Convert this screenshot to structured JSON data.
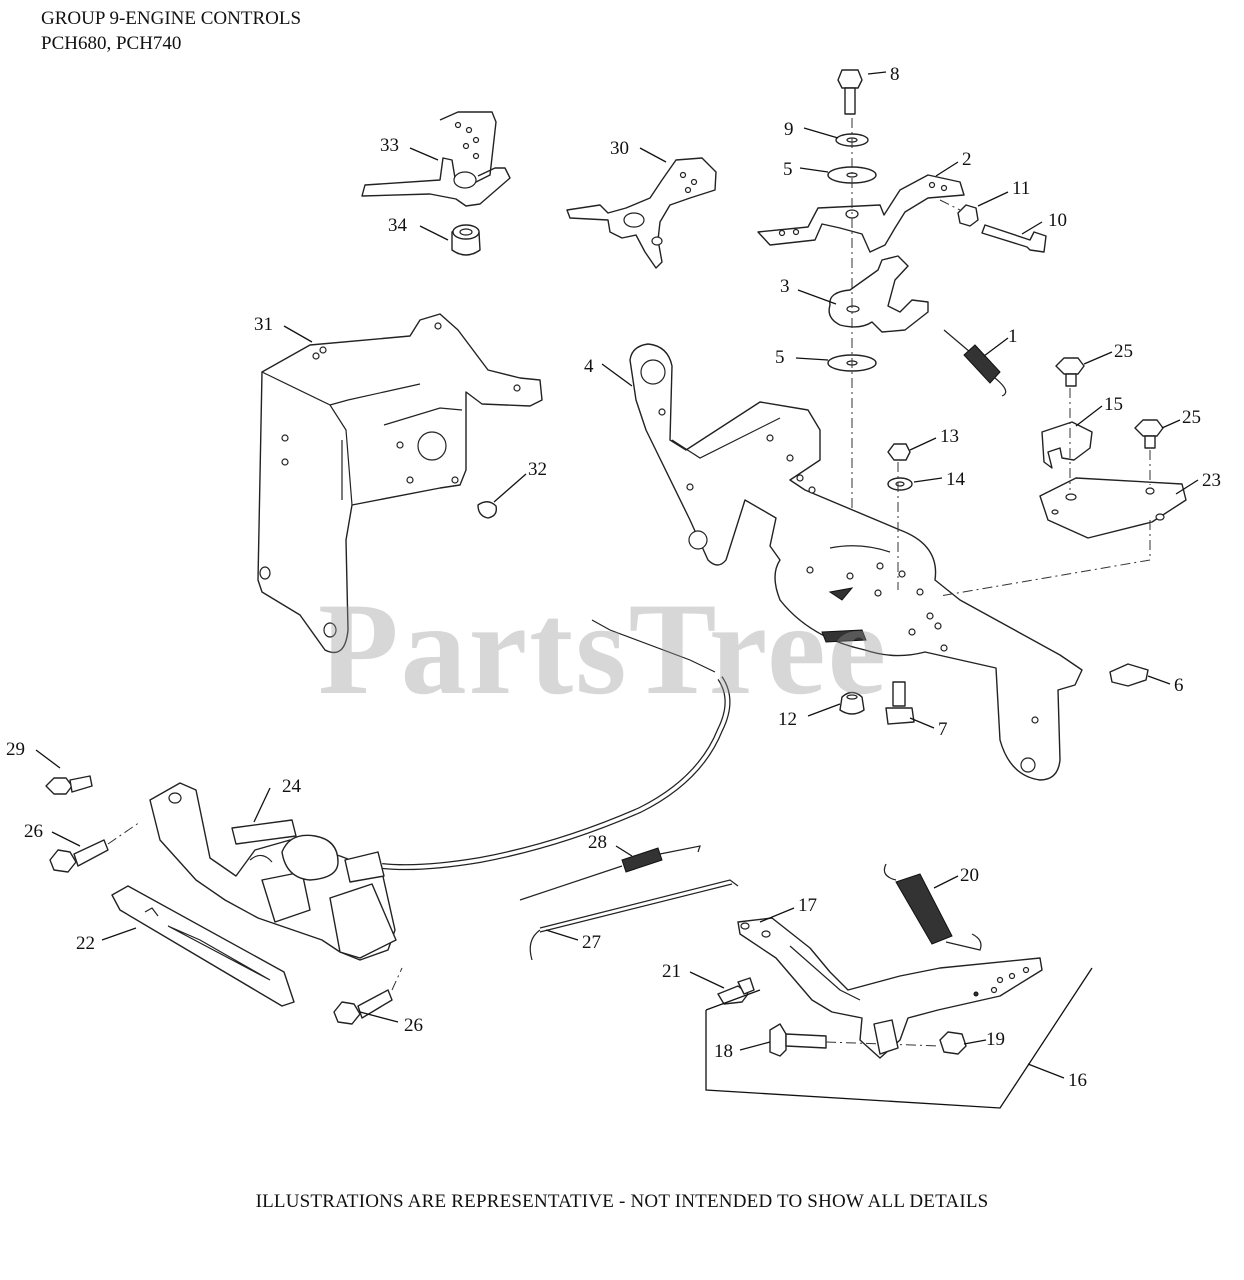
{
  "header": {
    "line1": "GROUP 9-ENGINE CONTROLS",
    "line2": "PCH680, PCH740"
  },
  "footer": "ILLUSTRATIONS ARE REPRESENTATIVE - NOT INTENDED TO SHOW ALL DETAILS",
  "watermark": "PartsTree",
  "callouts": {
    "c1": "1",
    "c2": "2",
    "c3": "3",
    "c4": "4",
    "c5a": "5",
    "c5b": "5",
    "c6": "6",
    "c7": "7",
    "c8": "8",
    "c9": "9",
    "c10": "10",
    "c11": "11",
    "c12": "12",
    "c13": "13",
    "c14": "14",
    "c15": "15",
    "c16": "16",
    "c17": "17",
    "c18": "18",
    "c19": "19",
    "c20": "20",
    "c21": "21",
    "c22": "22",
    "c23": "23",
    "c24": "24",
    "c25a": "25",
    "c25b": "25",
    "c26a": "26",
    "c26b": "26",
    "c27": "27",
    "c28": "28",
    "c29": "29",
    "c30": "30",
    "c31": "31",
    "c32": "32",
    "c33": "33",
    "c34": "34"
  }
}
